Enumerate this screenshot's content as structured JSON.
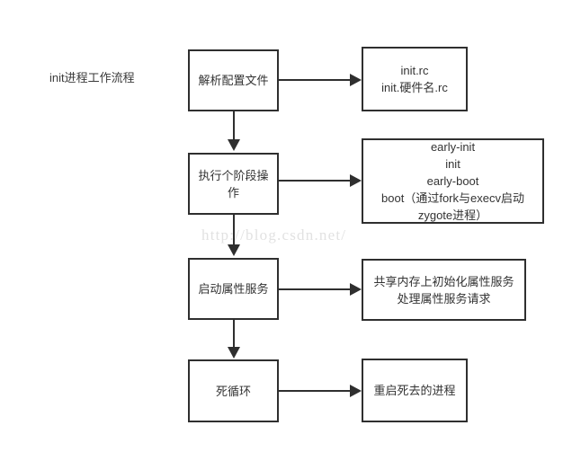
{
  "diagram": {
    "title": "init进程工作流程",
    "watermark": "http://blog.csdn.net/",
    "type": "flowchart",
    "colors": {
      "background": "#ffffff",
      "node_border": "#2f2f2f",
      "node_fill": "#ffffff",
      "text": "#333333",
      "connector": "#2f2f2f",
      "watermark": "#e2e2e2"
    },
    "stages": [
      {
        "id": "stage-1",
        "step_label": "解析配置文件",
        "detail_label": "init.rc\ninit.硬件名.rc"
      },
      {
        "id": "stage-2",
        "step_label": "执行个阶段操作",
        "detail_label": "early-init\ninit\nearly-boot\nboot（通过fork与execv启动\nzygote进程）"
      },
      {
        "id": "stage-3",
        "step_label": "启动属性服务",
        "detail_label": "共享内存上初始化属性服务\n处理属性服务请求"
      },
      {
        "id": "stage-4",
        "step_label": "死循环",
        "detail_label": "重启死去的进程"
      }
    ]
  }
}
